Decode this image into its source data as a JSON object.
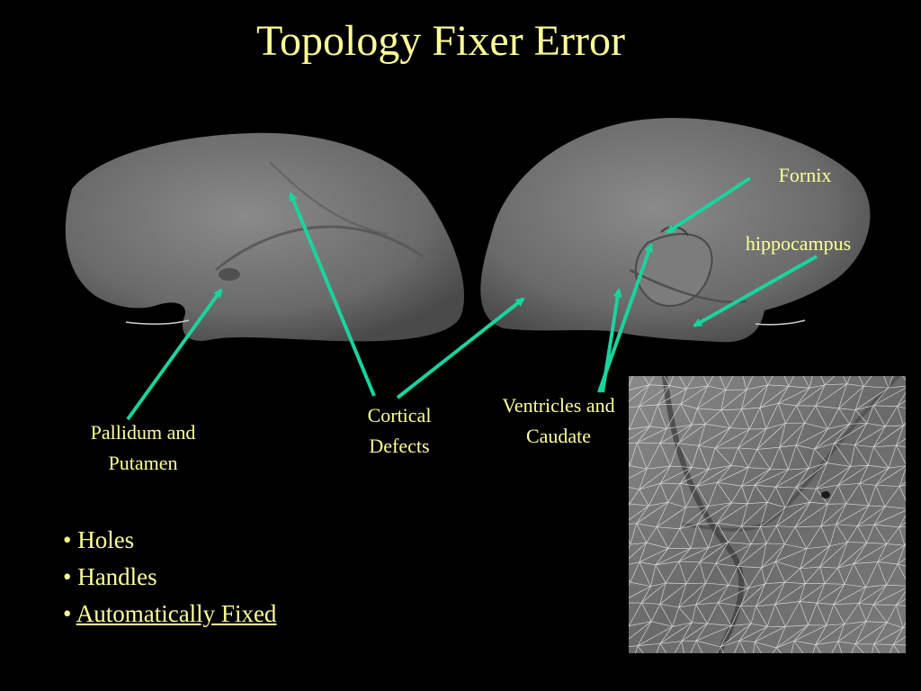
{
  "slide": {
    "title": "Topology Fixer Error",
    "labels": {
      "fornix": "Fornix",
      "hippocampus": "hippocampus",
      "pallidum_line1": "Pallidum and",
      "pallidum_line2": "Putamen",
      "cortical_line1": "Cortical",
      "cortical_line2": "Defects",
      "ventricles_line1": "Ventricles and",
      "ventricles_line2": "Caudate"
    },
    "bullets": [
      {
        "marker": "•",
        "text": "Holes"
      },
      {
        "marker": "•",
        "text": "Handles"
      },
      {
        "marker": "•",
        "text": "Automatically Fixed"
      }
    ]
  },
  "colors": {
    "background": "#000000",
    "text": "#ffff99",
    "arrow": "#19d49f",
    "surface": "#6f6f6f"
  }
}
